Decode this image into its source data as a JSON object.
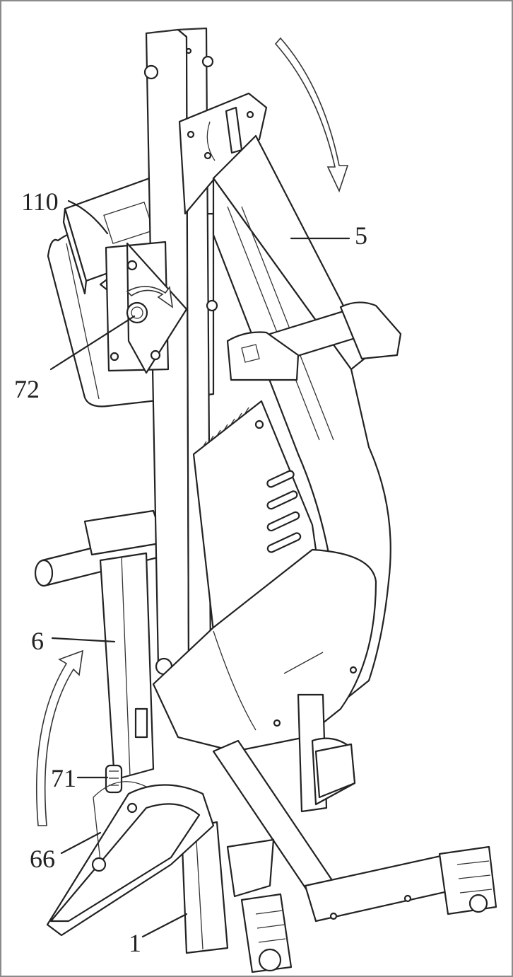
{
  "figure": {
    "labels": {
      "l110": "110",
      "l5": "5",
      "l72": "72",
      "l6": "6",
      "l71": "71",
      "l66": "66",
      "l1": "1"
    }
  },
  "colors": {
    "line": "#222222",
    "background": "#ffffff",
    "border": "#8a8a8a"
  },
  "icons": [
    "rotation-arrow-down-icon",
    "rotation-arrow-up-icon",
    "knob-rotation-arrow-icon"
  ]
}
